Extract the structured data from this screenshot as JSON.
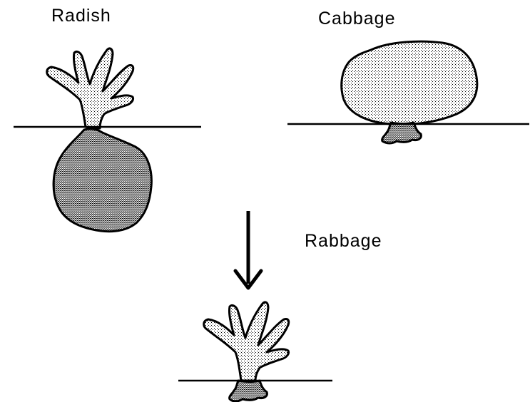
{
  "labels": {
    "radish": "Radish",
    "cabbage": "Cabbage",
    "rabbage": "Rabbage"
  },
  "colors": {
    "ink": "#000000",
    "background": "#ffffff",
    "light_stipple": "#d6d6d6",
    "dark_stipple": "#6e6e6e"
  }
}
